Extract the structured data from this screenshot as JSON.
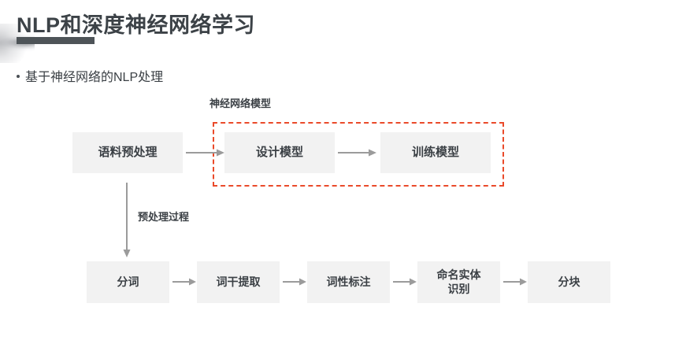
{
  "slide": {
    "title": "NLP和深度神经网络学习",
    "bullet": "基于神经网络的NLP处理",
    "background_color": "#ffffff",
    "accent_color": "#ea4a2a",
    "node_fill": "#f2f2f2",
    "text_color": "#3b4045",
    "rule_color": "#4e5458",
    "arrow_color": "#9b9b9b"
  },
  "diagram": {
    "group": {
      "label": "神经网络模型",
      "border_style": "dashed",
      "border_color": "#ea4a2a"
    },
    "top_row": [
      {
        "label": "语料预处理"
      },
      {
        "label": "设计模型"
      },
      {
        "label": "训练模型"
      }
    ],
    "branch_label": "预处理过程",
    "bottom_row": [
      {
        "label": "分词"
      },
      {
        "label": "词干提取"
      },
      {
        "label": "词性标注"
      },
      {
        "label": "命名实体\n识别"
      },
      {
        "label": "分块"
      }
    ]
  }
}
